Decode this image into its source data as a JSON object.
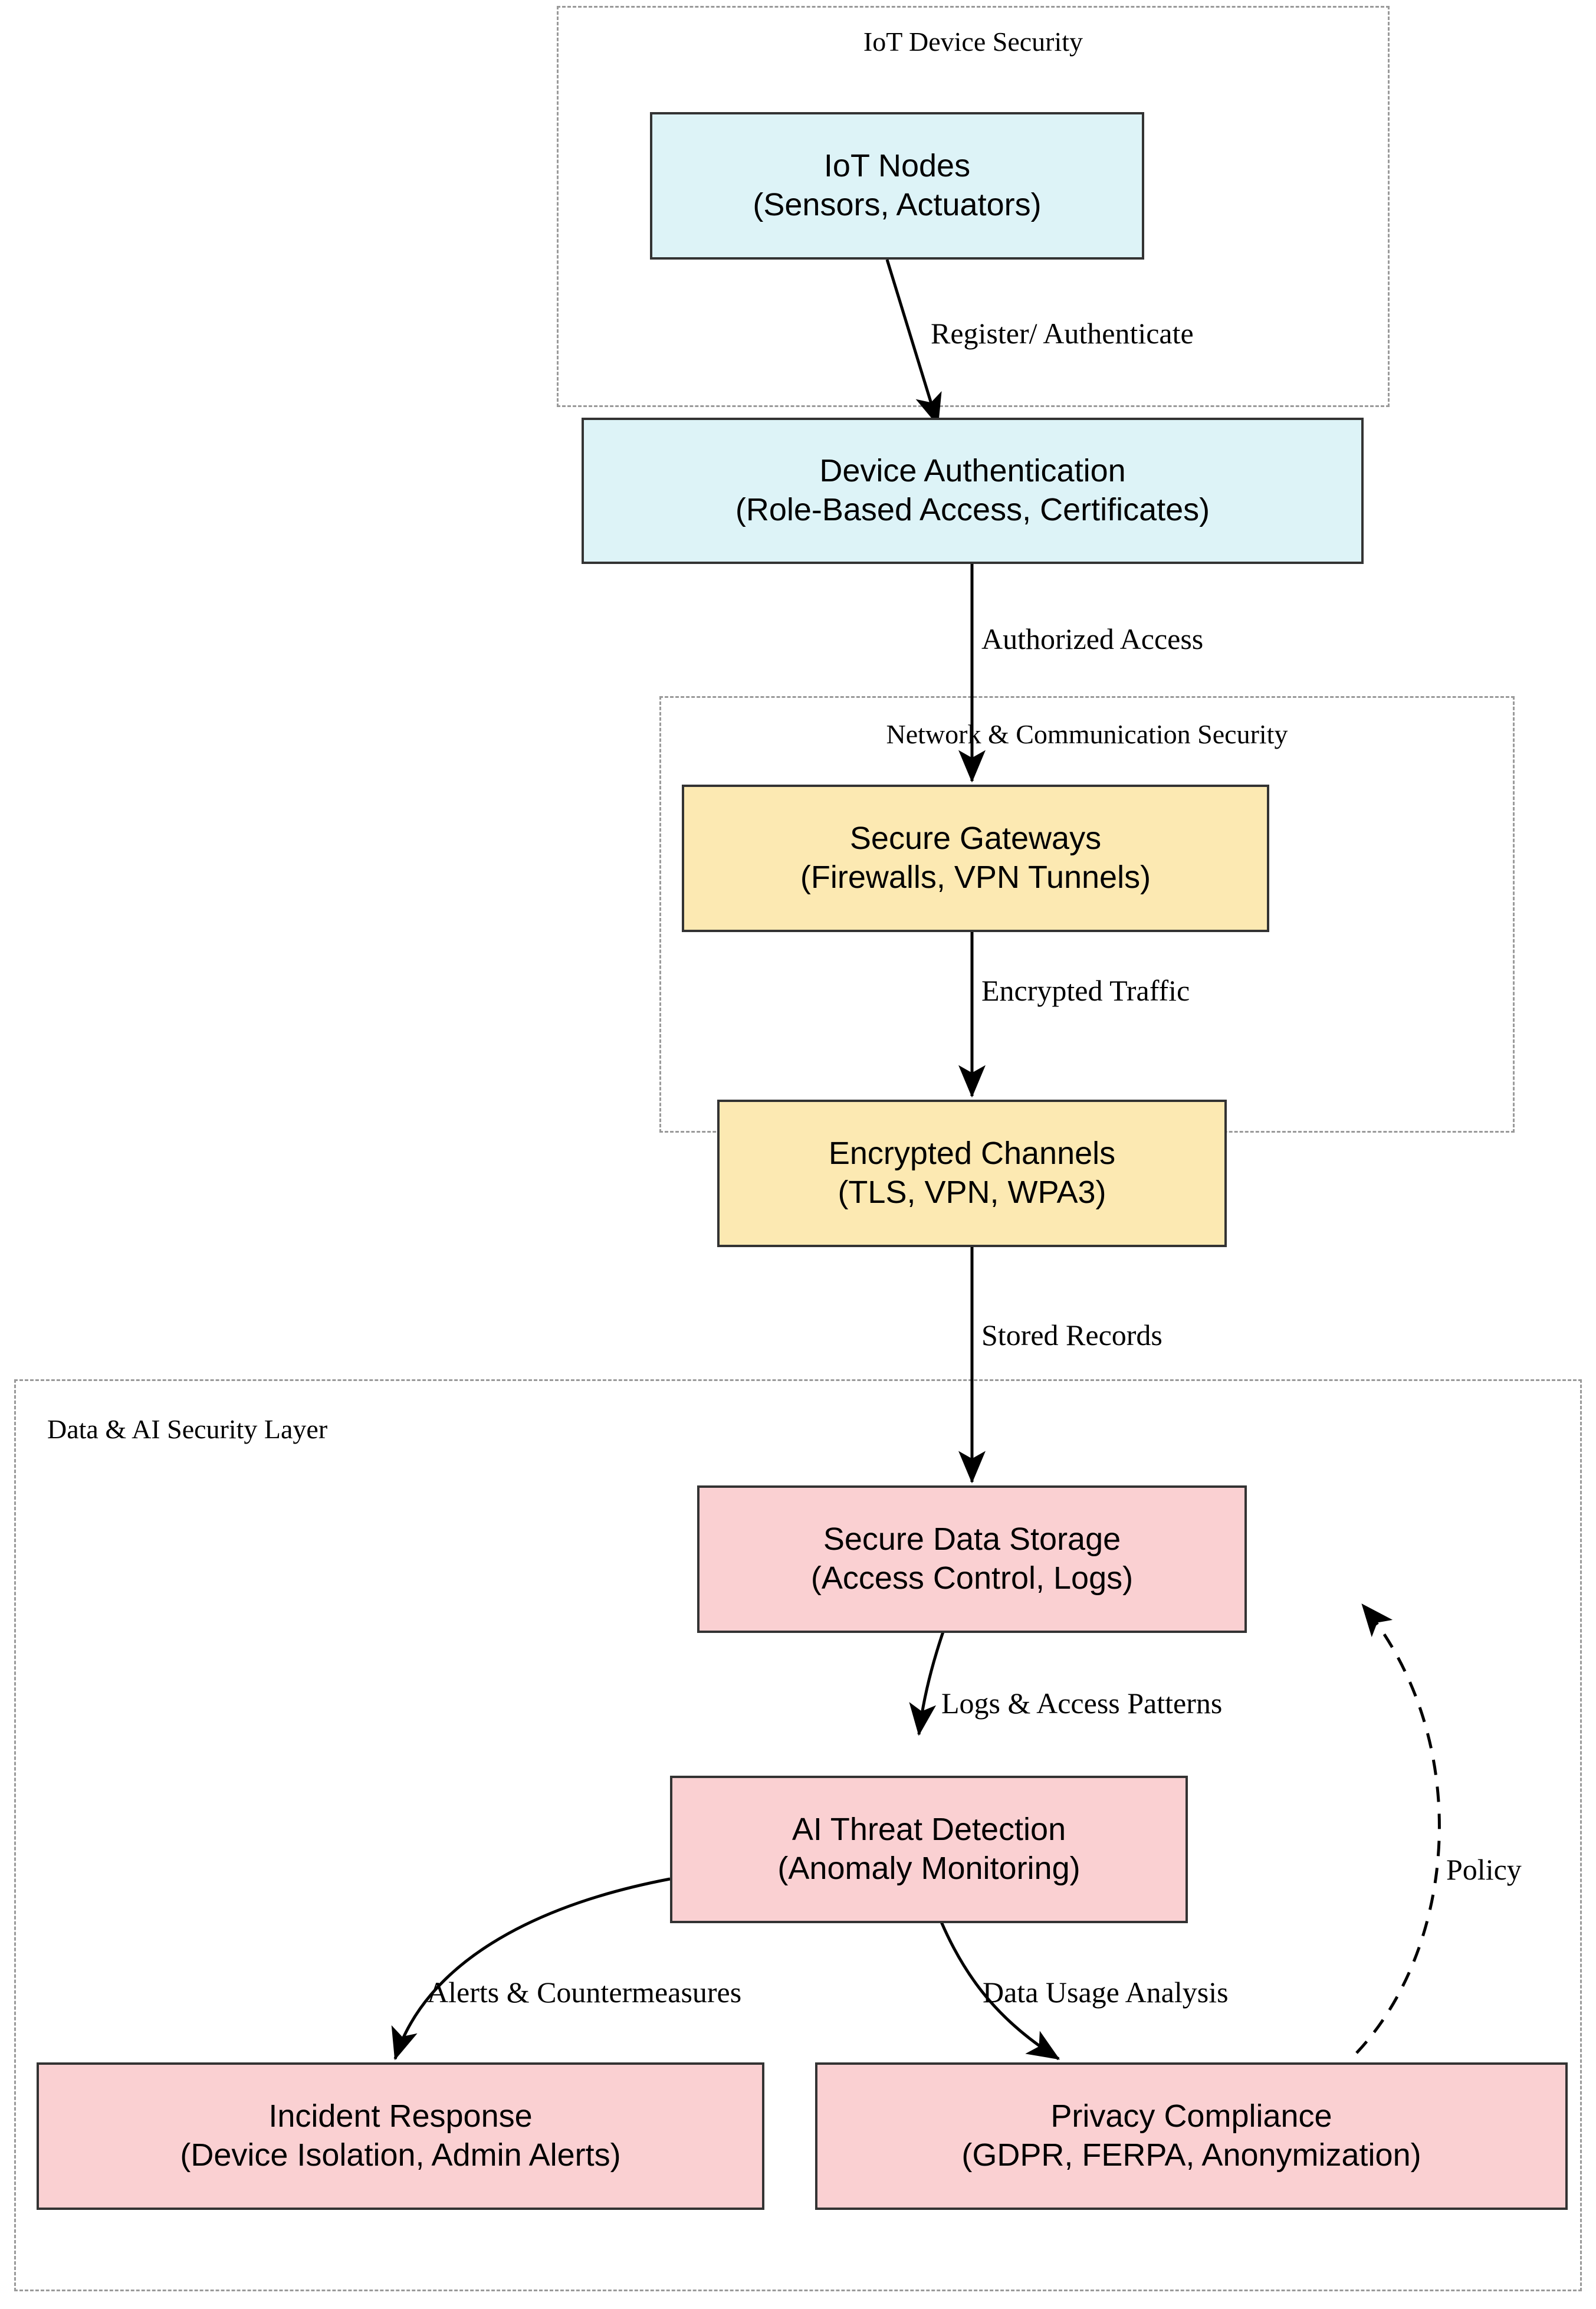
{
  "diagram": {
    "type": "flowchart",
    "orientation": "top-to-bottom",
    "title": "IoT Security Architecture",
    "palette": {
      "node_blue_fill": "#ddf3f7",
      "node_yellow_fill": "#fce9b2",
      "node_pink_fill": "#fad0d2",
      "node_border": "#333333",
      "subgraph_border": "#9a9a9a",
      "edge_stroke": "#000000",
      "text": "#000000"
    }
  },
  "subgraphs": [
    {
      "id": "iot-device-security",
      "label": "IoT Device Security",
      "label_align": "center"
    },
    {
      "id": "network-communication-security",
      "label": "Network & Communication Security",
      "label_align": "center"
    },
    {
      "id": "data-ai-security-layer",
      "label": "Data & AI Security Layer",
      "label_align": "left"
    }
  ],
  "nodes": [
    {
      "id": "iot-nodes",
      "group": "iot-device-security",
      "color": "blue",
      "line1": "IoT Nodes",
      "line2": "(Sensors, Actuators)"
    },
    {
      "id": "device-authentication",
      "group": "iot-device-security",
      "color": "blue",
      "line1": "Device Authentication",
      "line2": "(Role-Based Access, Certificates)"
    },
    {
      "id": "secure-gateways",
      "group": "network-communication-security",
      "color": "yellow",
      "line1": "Secure Gateways",
      "line2": "(Firewalls, VPN Tunnels)"
    },
    {
      "id": "encrypted-channels",
      "group": "network-communication-security",
      "color": "yellow",
      "line1": "Encrypted Channels",
      "line2": "(TLS, VPN, WPA3)"
    },
    {
      "id": "secure-data-storage",
      "group": "data-ai-security-layer",
      "color": "pink",
      "line1": "Secure Data Storage",
      "line2": "(Access Control, Logs)"
    },
    {
      "id": "ai-threat-detection",
      "group": "data-ai-security-layer",
      "color": "pink",
      "line1": "AI Threat Detection",
      "line2": "(Anomaly Monitoring)"
    },
    {
      "id": "incident-response",
      "group": "data-ai-security-layer",
      "color": "pink",
      "line1": "Incident Response",
      "line2": "(Device Isolation, Admin Alerts)"
    },
    {
      "id": "privacy-compliance",
      "group": "data-ai-security-layer",
      "color": "pink",
      "line1": "Privacy Compliance",
      "line2": "(GDPR, FERPA, Anonymization)"
    }
  ],
  "edges": [
    {
      "id": "e1",
      "from": "iot-nodes",
      "to": "device-authentication",
      "label": "Register/ Authenticate",
      "style": "solid"
    },
    {
      "id": "e2",
      "from": "device-authentication",
      "to": "secure-gateways",
      "label": "Authorized Access",
      "style": "solid"
    },
    {
      "id": "e3",
      "from": "secure-gateways",
      "to": "encrypted-channels",
      "label": "Encrypted Traffic",
      "style": "solid"
    },
    {
      "id": "e4",
      "from": "encrypted-channels",
      "to": "secure-data-storage",
      "label": "Stored Records",
      "style": "solid"
    },
    {
      "id": "e5",
      "from": "secure-data-storage",
      "to": "ai-threat-detection",
      "label": "Logs & Access Patterns",
      "style": "solid"
    },
    {
      "id": "e6",
      "from": "ai-threat-detection",
      "to": "incident-response",
      "label": "Alerts & Countermeasures",
      "style": "solid"
    },
    {
      "id": "e7",
      "from": "ai-threat-detection",
      "to": "privacy-compliance",
      "label": "Data Usage Analysis",
      "style": "solid"
    },
    {
      "id": "e8",
      "from": "privacy-compliance",
      "to": "secure-data-storage",
      "label": "Policy",
      "style": "dashed"
    }
  ]
}
